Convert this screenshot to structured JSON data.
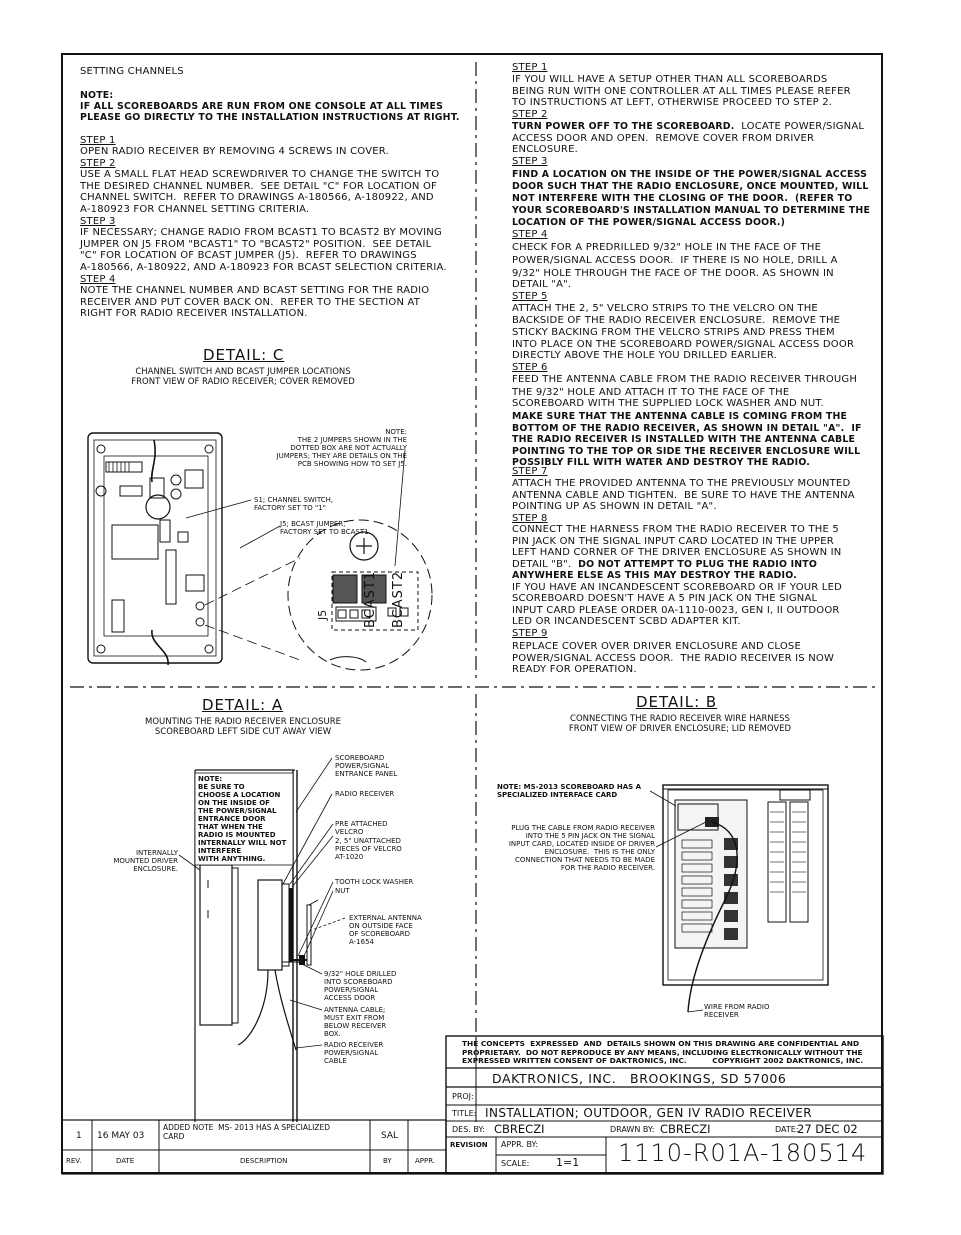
{
  "left_instructions": {
    "heading": "SETTING CHANNELS",
    "note_label": "NOTE:",
    "note_lines": [
      "IF ALL SCOREBOARDS ARE RUN FROM ONE CONSOLE AT ALL TIMES",
      "PLEASE GO DIRECTLY TO THE INSTALLATION INSTRUCTIONS AT RIGHT."
    ],
    "step1_label": "STEP 1",
    "step1_lines": [
      "OPEN RADIO RECEIVER BY REMOVING 4 SCREWS IN COVER."
    ],
    "step2_label": "STEP 2",
    "step2_lines": [
      "USE A SMALL FLAT HEAD SCREWDRIVER TO CHANGE THE SWITCH TO",
      "THE DESIRED CHANNEL NUMBER.  SEE DETAIL \"C\" FOR LOCATION OF",
      "CHANNEL SWITCH.  REFER TO DRAWINGS A-180566, A-180922, AND",
      "A-180923 FOR CHANNEL SETTING CRITERIA."
    ],
    "step3_label": "STEP 3",
    "step3_lines": [
      "IF NECESSARY; CHANGE RADIO FROM BCAST1 TO BCAST2 BY MOVING",
      "JUMPER ON J5 FROM \"BCAST1\" TO \"BCAST2\" POSITION.  SEE DETAIL",
      "\"C\" FOR LOCATION OF BCAST JUMPER (J5).  REFER TO DRAWINGS",
      "A-180566, A-180922, AND A-180923 FOR BCAST SELECTION CRITERIA."
    ],
    "step4_label": "STEP 4",
    "step4_lines": [
      "NOTE THE CHANNEL NUMBER AND BCAST SETTING FOR THE RADIO",
      "RECEIVER AND PUT COVER BACK ON.  REFER TO THE SECTION AT",
      "RIGHT FOR RADIO RECEIVER INSTALLATION."
    ]
  },
  "right_instructions": {
    "step1_label": "STEP 1",
    "step1_lines": [
      "IF YOU WILL HAVE A SETUP OTHER THAN ALL SCOREBOARDS",
      "BEING RUN WITH ONE CONTROLLER AT ALL TIMES PLEASE REFER",
      "TO INSTRUCTIONS AT LEFT, OTHERWISE PROCEED TO STEP 2."
    ],
    "step2_label": "STEP 2",
    "step2_bold": "TURN POWER OFF TO THE SCOREBOARD.",
    "step2_rest": "  LOCATE POWER/SIGNAL",
    "step2_lines": [
      "ACCESS DOOR AND OPEN.  REMOVE COVER FROM DRIVER",
      "ENCLOSURE."
    ],
    "step3_label": "STEP 3",
    "step3_bold_lines": [
      "FIND A LOCATION ON THE INSIDE OF THE POWER/SIGNAL ACCESS",
      "DOOR SUCH THAT THE RADIO ENCLOSURE, ONCE MOUNTED, WILL",
      "NOT INTERFERE WITH THE CLOSING OF THE DOOR.  (REFER TO",
      "YOUR SCOREBOARD'S INSTALLATION MANUAL TO DETERMINE THE",
      "LOCATION OF THE POWER/SIGNAL ACCESS DOOR.)"
    ],
    "step4_label": "STEP 4",
    "step4_lines": [
      "CHECK FOR A PREDRILLED 9/32\" HOLE IN THE FACE OF THE",
      "POWER/SIGNAL ACCESS DOOR.  IF THERE IS NO HOLE, DRILL A",
      "9/32\" HOLE THROUGH THE FACE OF THE DOOR. AS SHOWN IN",
      "DETAIL \"A\"."
    ],
    "step5_label": "STEP 5",
    "step5_lines": [
      "ATTACH THE 2, 5\" VELCRO STRIPS TO THE VELCRO ON THE",
      "BACKSIDE OF THE RADIO RECEIVER ENCLOSURE.  REMOVE THE",
      "STICKY BACKING FROM THE VELCRO STRIPS AND PRESS THEM",
      "INTO PLACE ON THE SCOREBOARD POWER/SIGNAL ACCESS DOOR",
      "DIRECTLY ABOVE THE HOLE YOU DRILLED EARLIER."
    ],
    "step6_label": "STEP 6",
    "step6_lines": [
      "FEED THE ANTENNA CABLE FROM THE RADIO RECEIVER THROUGH",
      "THE 9/32\" HOLE AND ATTACH IT TO THE FACE OF THE",
      "SCOREBOARD WITH THE SUPPLIED LOCK WASHER AND NUT."
    ],
    "step6_bold_lines": [
      "MAKE SURE THAT THE ANTENNA CABLE IS COMING FROM THE",
      "BOTTOM OF THE RADIO RECEIVER, AS SHOWN IN DETAIL \"A\".  IF",
      "THE RADIO RECEIVER IS INSTALLED WITH THE ANTENNA CABLE",
      "POINTING TO THE TOP OR SIDE THE RECEIVER ENCLOSURE WILL",
      "POSSIBLY FILL WITH WATER AND DESTROY THE RADIO."
    ],
    "step7_label": "STEP 7",
    "step7_lines": [
      "ATTACH THE PROVIDED ANTENNA TO THE PREVIOUSLY MOUNTED",
      "ANTENNA CABLE AND TIGHTEN.  BE SURE TO HAVE THE ANTENNA",
      "POINTING UP AS SHOWN IN DETAIL \"A\"."
    ],
    "step8_label": "STEP 8",
    "step8_lines": [
      "CONNECT THE HARNESS FROM THE RADIO RECEIVER TO THE 5",
      "PIN JACK ON THE SIGNAL INPUT CARD LOCATED IN THE UPPER",
      "LEFT HAND CORNER OF THE DRIVER ENCLOSURE AS SHOWN IN"
    ],
    "step8_mixed_a": "DETAIL \"B\".  ",
    "step8_mixed_b": "DO NOT ATTEMPT TO PLUG THE RADIO INTO",
    "step8_bold_line": "ANYWHERE ELSE AS THIS MAY DESTROY THE RADIO.",
    "step8_lines2": [
      "IF YOU HAVE AN INCANDESCENT SCOREBOARD OR IF YOUR LED",
      "SCOREBOARD DOESN'T HAVE A 5 PIN JACK ON THE SIGNAL",
      "INPUT CARD PLEASE ORDER 0A-1110-0023, GEN I, II OUTDOOR",
      "LED OR INCANDESCENT SCBD ADAPTER KIT."
    ],
    "step9_label": "STEP 9",
    "step9_lines": [
      "REPLACE COVER OVER DRIVER ENCLOSURE AND CLOSE",
      "POWER/SIGNAL ACCESS DOOR.  THE RADIO RECEIVER IS NOW",
      "READY FOR OPERATION."
    ]
  },
  "detail_c": {
    "title": "DETAIL: C",
    "subtitle": "CHANNEL SWITCH AND BCAST JUMPER LOCATIONS\nFRONT VIEW OF RADIO RECEIVER; COVER REMOVED",
    "note": "NOTE:\nTHE 2 JUMPERS SHOWN IN THE\nDOTTED BOX ARE NOT ACTUALLY\nJUMPERS; THEY ARE DETAILS ON THE\nPCB SHOWING HOW TO SET J5.",
    "s1_label": "S1; CHANNEL SWITCH,\nFACTORY SET TO \"1\"",
    "j5_label": "J5; BCAST JUMPER,\nFACTORY SET TO BCAST1",
    "bcast1": "BCAST1",
    "bcast2": "BCAST2",
    "j5": "J5"
  },
  "detail_a": {
    "title": "DETAIL: A",
    "subtitle": "MOUNTING THE RADIO RECEIVER ENCLOSURE\nSCOREBOARD LEFT SIDE CUT AWAY VIEW",
    "note": "NOTE:\nBE SURE TO\nCHOOSE A LOCATION\nON THE INSIDE OF\nTHE POWER/SIGNAL\nENTRANCE DOOR\nTHAT WHEN THE\nRADIO IS MOUNTED\nINTERNALLY WILL NOT\nINTERFERE\nWITH ANYTHING.",
    "internally": "INTERNALLY\nMOUNTED DRIVER\nENCLOSURE.",
    "callouts": [
      "SCOREBOARD\nPOWER/SIGNAL\nENTRANCE PANEL",
      "RADIO RECEIVER",
      "PRE ATTACHED\nVELCRO",
      "2, 5\" UNATTACHED\nPIECES OF VELCRO\nAT-1020",
      "TOOTH LOCK WASHER",
      "NUT",
      "EXTERNAL ANTENNA\nON OUTSIDE FACE\nOF SCOREBOARD\nA-1654",
      "9/32\" HOLE DRILLED\nINTO SCOREBOARD\nPOWER/SIGNAL\nACCESS DOOR",
      "ANTENNA CABLE;\nMUST EXIT FROM\nBELOW RECEIVER\nBOX.",
      "RADIO RECEIVER\nPOWER/SIGNAL\nCABLE"
    ]
  },
  "detail_b": {
    "title": "DETAIL: B",
    "subtitle": "CONNECTING THE RADIO RECEIVER WIRE HARNESS\nFRONT VIEW OF DRIVER ENCLOSURE; LID REMOVED",
    "note": "NOTE: MS-2013 SCOREBOARD HAS A\nSPECIALIZED INTERFACE CARD",
    "plug_label": "PLUG THE CABLE FROM RADIO RECEIVER\nINTO THE 5 PIN JACK ON THE SIGNAL\nINPUT CARD, LOCATED INSIDE OF DRIVER\nENCLOSURE.  THIS IS THE ONLY\nCONNECTION THAT NEEDS TO BE MADE\nFOR THE RADIO RECEIVER.",
    "wire_label": "WIRE FROM RADIO\nRECEIVER"
  },
  "title_block": {
    "confidential": "THE CONCEPTS  EXPRESSED  AND  DETAILS SHOWN ON THIS DRAWING ARE CONFIDENTIAL AND\nPROPRIETARY.  DO NOT REPRODUCE BY ANY MEANS, INCLUDING ELECTRONICALLY WITHOUT THE\nEXPRESSED WRITTEN CONSENT OF DAKTRONICS, INC.          COPYRIGHT 2002 DAKTRONICS, INC.",
    "company": "DAKTRONICS, INC.   BROOKINGS, SD 57006",
    "proj_label": "PROJ:",
    "title_label": "TITLE:",
    "title_value": "INSTALLATION; OUTDOOR, GEN IV RADIO RECEIVER",
    "des_label": "DES. BY:",
    "des_value": "CBRECZI",
    "drawn_label": "DRAWN BY:",
    "drawn_value": "CBRECZI",
    "date_label": "DATE:",
    "date_value": "27 DEC 02",
    "revision_label": "REVISION",
    "appr_label": "APPR. BY:",
    "scale_label": "SCALE:",
    "scale_value": "1=1",
    "drawing_number": "1110-R01A-180514"
  },
  "revision_table": {
    "row": {
      "rev": "1",
      "date": "16 MAY 03",
      "description": "ADDED NOTE  MS- 2013 HAS A SPECIALIZED\nCARD",
      "by": "SAL",
      "appr": ""
    },
    "headers": {
      "rev": "REV.",
      "date": "DATE",
      "description": "DESCRIPTION",
      "by": "BY",
      "appr": "APPR."
    }
  }
}
